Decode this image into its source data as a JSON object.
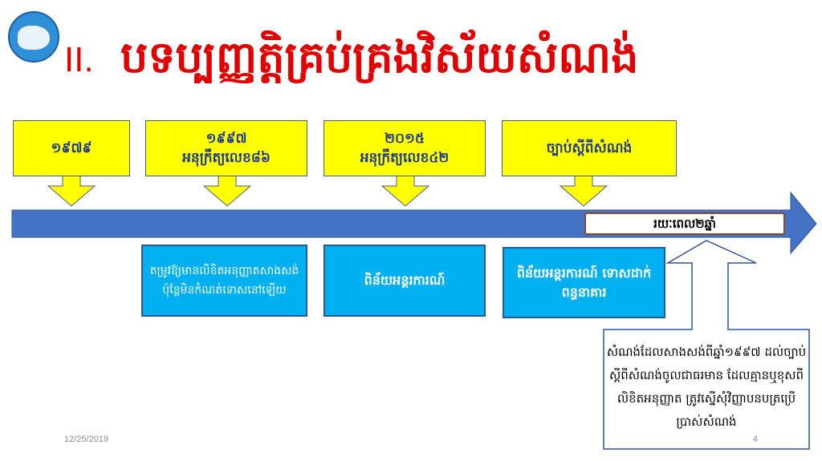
{
  "slide": {
    "title_number": "II.",
    "title": "បទប្បញ្ញត្តិគ្រប់គ្រងវិស័យសំណង់",
    "timeline": [
      {
        "lines": [
          "១៩៧៩"
        ]
      },
      {
        "lines": [
          "១៩៩៧",
          "អនុក្រឹត្យលេខ៨៦"
        ]
      },
      {
        "lines": [
          "២០១៥",
          "អនុក្រឹត្យលេខ៤២"
        ]
      },
      {
        "lines": [
          "ច្បាប់ស្តីពីសំណង់"
        ]
      }
    ],
    "period_label": "រយៈពេល២ឆ្នាំ",
    "notes": [
      "តម្រូវឱ្យមានលិខិតអនុញ្ញាតសាងសង់ ប៉ុន្តែមិនកំណត់ទោសនៅឡើយ",
      "ពិន័យអន្តរការណ៍",
      "ពិន័យអន្តរការណ៍ ទោសដាក់ពន្ធនាគារ"
    ],
    "callout": "សំណង់ដែលសាងសង់ពីឆ្នាំ១៩៩៧ ដល់ច្បាប់ស្តីពីសំណង់ចូលជាធរមាន ដែលគ្មានឬខុសពីលិខិតអនុញ្ញាត ត្រូវស្នើសុំវិញ្ញាបនបត្រប្រើប្រាស់សំណង់",
    "date": "12/25/2019",
    "page_number": "4"
  },
  "colors": {
    "title": "#e30000",
    "yellow": "#ffff00",
    "cyan": "#00b0f0",
    "arrow": "#4472c4"
  }
}
